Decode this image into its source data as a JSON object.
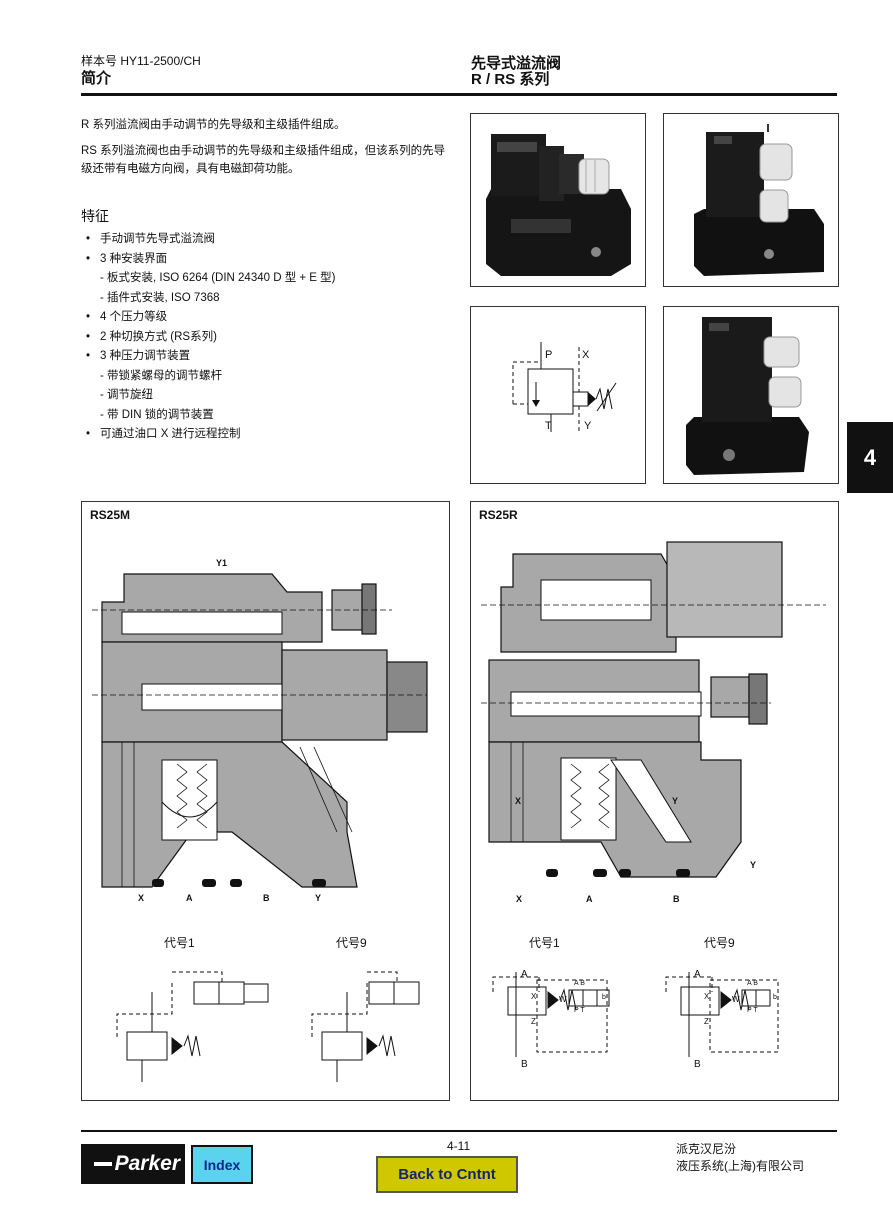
{
  "header": {
    "catalog_no": "样本号 HY11-2500/CH",
    "section": "简介",
    "title": "先导式溢流阀",
    "series": "R / RS 系列"
  },
  "intro": {
    "p1": "R 系列溢流阀由手动调节的先导级和主级插件组成。",
    "p2": "RS 系列溢流阀也由手动调节的先导级和主级插件组成，但该系列的先导级还带有电磁方向阀，具有电磁卸荷功能。"
  },
  "features": {
    "title": "特征",
    "items": [
      {
        "type": "bullet",
        "text": "手动调节先导式溢流阀"
      },
      {
        "type": "bullet",
        "text": "3 种安装界面"
      },
      {
        "type": "sub",
        "text": "- 板式安装, ISO 6264 (DIN 24340 D 型 + E 型)"
      },
      {
        "type": "sub",
        "text": "- 插件式安装, ISO 7368"
      },
      {
        "type": "bullet",
        "text": "4 个压力等级"
      },
      {
        "type": "bullet",
        "text": "2 种切换方式 (RS系列)"
      },
      {
        "type": "bullet",
        "text": "3 种压力调节装置"
      },
      {
        "type": "sub",
        "text": "- 带锁紧螺母的调节螺杆"
      },
      {
        "type": "sub",
        "text": "- 调节旋纽"
      },
      {
        "type": "sub",
        "text": "- 带 DIN 锁的调节装置"
      },
      {
        "type": "bullet",
        "text": "可通过油口 X 进行远程控制"
      }
    ]
  },
  "symbol_labels": {
    "p": "P",
    "x": "X",
    "t": "T",
    "y": "Y"
  },
  "left_diagram": {
    "title": "RS25M",
    "y1": "Y1",
    "ports": [
      "X",
      "A",
      "B",
      "Y"
    ],
    "caption1": "代号1",
    "caption9": "代号9"
  },
  "right_diagram": {
    "title": "RS25R",
    "side_x": "X",
    "side_y": "Y",
    "right_y": "Y",
    "ports": [
      "X",
      "A",
      "B"
    ],
    "caption1": "代号1",
    "caption9": "代号9",
    "sym_a": "A",
    "sym_b": "B",
    "sym_x": "X",
    "sym_z": "Z",
    "sym_w": "W",
    "sym_ab": "A B",
    "sym_pt": "P T",
    "sym_b2": "b"
  },
  "tab": "4",
  "footer": {
    "index": "Index",
    "page": "4-11",
    "back": "Back to Cntnt",
    "company1": "派克汉尼汾",
    "company2": "液压系统(上海)有限公司",
    "logo": "Parker"
  }
}
